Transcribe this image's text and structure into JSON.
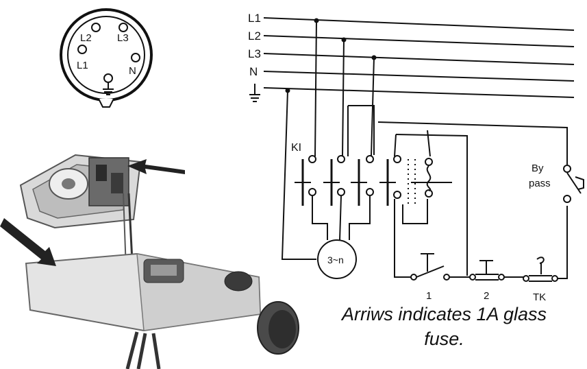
{
  "socket": {
    "labels": {
      "l1": "L1",
      "l2": "L2",
      "l3": "L3",
      "n": "N"
    }
  },
  "schematic": {
    "lines": [
      "L1",
      "L2",
      "L3",
      "N"
    ],
    "contactor": "KI",
    "bypass": [
      "By",
      "pass"
    ],
    "motor": "3~n",
    "switches": [
      "1",
      "2",
      "TK"
    ]
  },
  "caption": {
    "line1": "Arriws indicates 1A glass",
    "line2": "fuse."
  },
  "colors": {
    "ink": "#111111",
    "photo_gray": "#9a9a9a",
    "photo_light": "#dcdcdc"
  }
}
